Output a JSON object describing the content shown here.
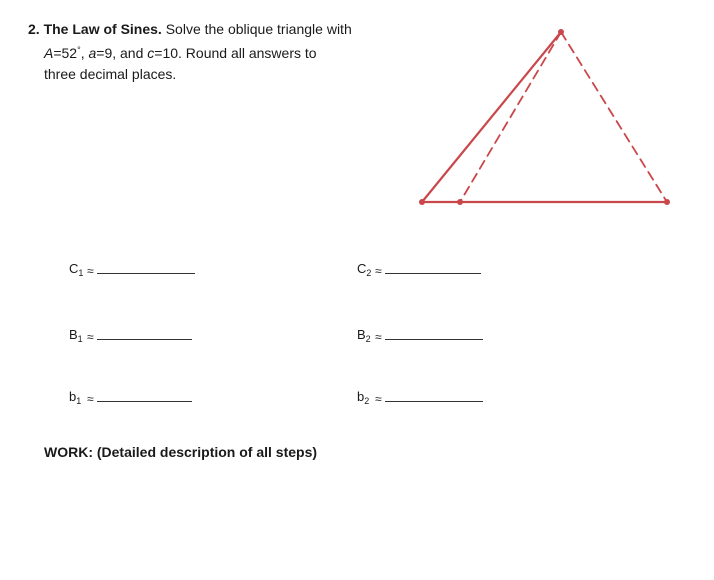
{
  "problem": {
    "number": "2.",
    "title": "The Law of Sines.",
    "line1_rest": "Solve the oblique triangle with",
    "given": {
      "A_var": "A",
      "A_eq": "=52",
      "degree_mark": "°",
      "a_sep": ", ",
      "a_var": "a",
      "a_eq": "=9, and ",
      "c_var": "c",
      "c_eq": "=10.",
      "rest": " Round all answers to"
    },
    "line3": "three decimal places."
  },
  "answers": {
    "col1": [
      {
        "var": "C",
        "sub": "1",
        "approx": "≈"
      },
      {
        "var": "B",
        "sub": "1",
        "approx": "≈"
      },
      {
        "var": "b",
        "sub": "1",
        "approx": "≈"
      }
    ],
    "col2": [
      {
        "var": "C",
        "sub": "2",
        "approx": "≈"
      },
      {
        "var": "B",
        "sub": "2",
        "approx": "≈"
      },
      {
        "var": "b",
        "sub": "2",
        "approx": "≈"
      }
    ]
  },
  "work_label": "WORK: (Detailed description of all steps)",
  "colors": {
    "triangle": "#c9474a",
    "text": "#1a1a1a"
  }
}
